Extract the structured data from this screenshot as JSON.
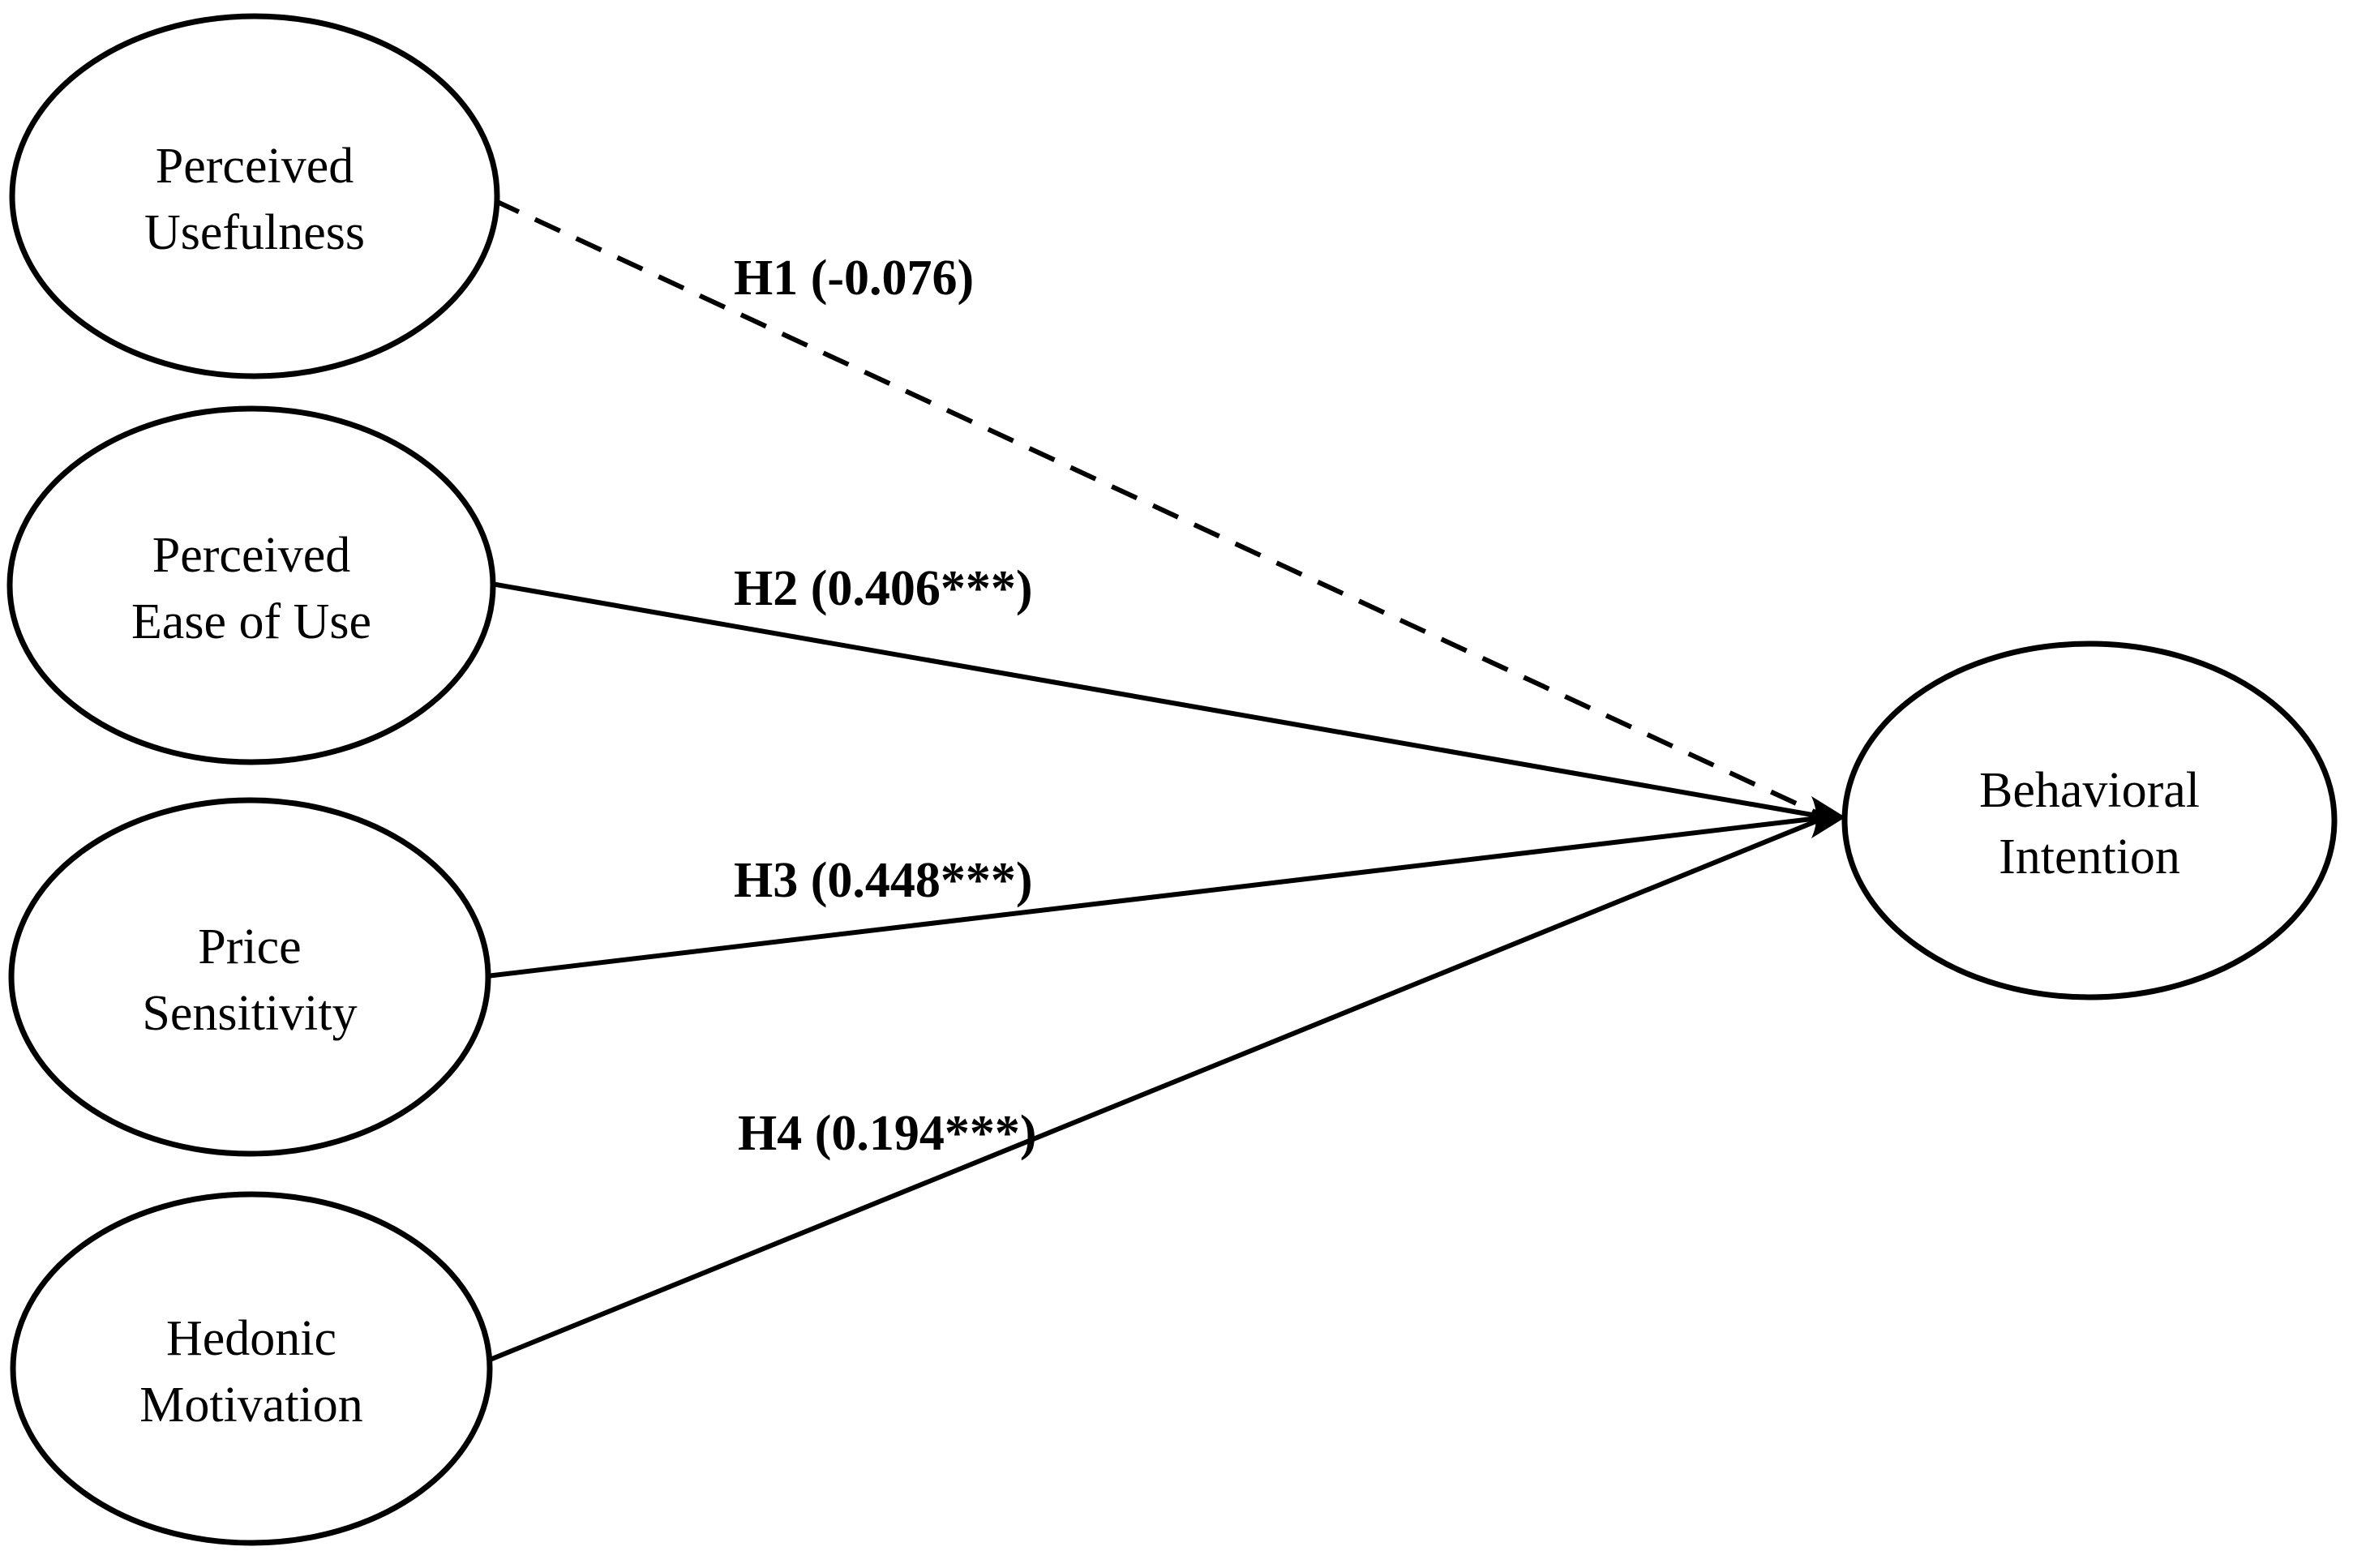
{
  "diagram": {
    "kind": "structural-path-model",
    "colors": {
      "background": "#ffffff",
      "stroke": "#000000",
      "text": "#000000"
    },
    "nodes": [
      {
        "id": "perceived-usefulness",
        "label": "Perceived Usefulness",
        "line1": "Perceived",
        "line2": "Usefulness"
      },
      {
        "id": "perceived-ease-of-use",
        "label": "Perceived Ease of Use",
        "line1": "Perceived",
        "line2": "Ease of Use"
      },
      {
        "id": "price-sensitivity",
        "label": "Price Sensitivity",
        "line1": "Price",
        "line2": "Sensitivity"
      },
      {
        "id": "hedonic-motivation",
        "label": "Hedonic Motivation",
        "line1": "Hedonic",
        "line2": "Motivation"
      },
      {
        "id": "behavioral-intention",
        "label": "Behavioral Intention",
        "line1": "Behavioral",
        "line2": "Intention"
      }
    ],
    "paths": [
      {
        "id": "h1",
        "label": "H1 (-0.076)",
        "from": "perceived-usefulness",
        "to": "behavioral-intention",
        "line_style": "dashed"
      },
      {
        "id": "h2",
        "label": "H2 (0.406***)",
        "from": "perceived-ease-of-use",
        "to": "behavioral-intention",
        "line_style": "solid"
      },
      {
        "id": "h3",
        "label": "H3 (0.448***)",
        "from": "price-sensitivity",
        "to": "behavioral-intention",
        "line_style": "solid"
      },
      {
        "id": "h4",
        "label": "H4 (0.194***)",
        "from": "hedonic-motivation",
        "to": "behavioral-intention",
        "line_style": "solid"
      }
    ]
  }
}
